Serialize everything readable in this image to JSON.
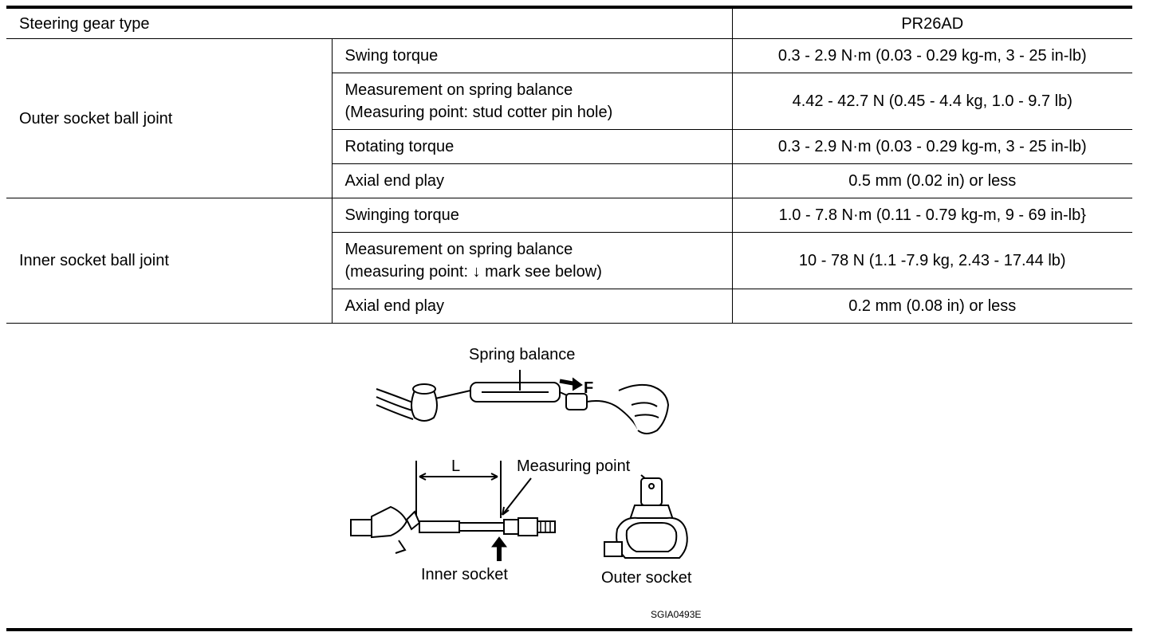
{
  "table": {
    "header": {
      "label": "Steering gear type",
      "value": "PR26AD"
    },
    "outer": {
      "label": "Outer socket ball joint",
      "rows": [
        {
          "item": [
            "Swing torque"
          ],
          "value": "0.3 - 2.9 N·m (0.03 - 0.29 kg-m, 3 - 25 in-lb)"
        },
        {
          "item": [
            "Measurement on spring balance",
            "(Measuring point: stud cotter pin hole)"
          ],
          "value": "4.42 - 42.7 N (0.45 - 4.4 kg, 1.0 - 9.7 lb)"
        },
        {
          "item": [
            "Rotating torque"
          ],
          "value": "0.3 - 2.9 N·m (0.03 - 0.29 kg-m, 3 - 25 in-lb)"
        },
        {
          "item": [
            "Axial end play"
          ],
          "value": "0.5 mm (0.02 in) or less"
        }
      ]
    },
    "inner": {
      "label": "Inner socket ball joint",
      "rows": [
        {
          "item": [
            "Swinging torque"
          ],
          "value": "1.0 - 7.8 N·m (0.11 - 0.79 kg-m, 9 - 69 in-lb}"
        },
        {
          "item": [
            "Measurement on spring balance",
            "(measuring point: ↓ mark see below)"
          ],
          "value": "10 - 78 N (1.1 -7.9 kg, 2.43 - 17.44 lb)"
        },
        {
          "item": [
            "Axial end play"
          ],
          "value": "0.2 mm (0.08 in) or less"
        }
      ]
    }
  },
  "figure": {
    "spring_balance": "Spring balance",
    "force": "F",
    "length": "L",
    "measuring_point": "Measuring point",
    "inner_socket": "Inner socket",
    "outer_socket": "Outer socket",
    "code": "SGIA0493E"
  }
}
